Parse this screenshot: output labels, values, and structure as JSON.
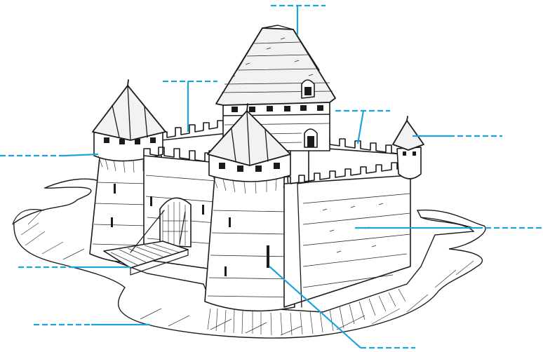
{
  "diagram": {
    "leader_color": "#1aa3dd",
    "ink_color": "#1b1b1b",
    "labels": [
      {
        "id": "keep-roof",
        "text": ""
      },
      {
        "id": "battlement-left",
        "text": ""
      },
      {
        "id": "battlement-right",
        "text": ""
      },
      {
        "id": "left-tower",
        "text": ""
      },
      {
        "id": "small-right-turret",
        "text": ""
      },
      {
        "id": "curtain-wall",
        "text": ""
      },
      {
        "id": "drawbridge",
        "text": ""
      },
      {
        "id": "moat",
        "text": ""
      },
      {
        "id": "arrow-slit",
        "text": ""
      }
    ]
  }
}
